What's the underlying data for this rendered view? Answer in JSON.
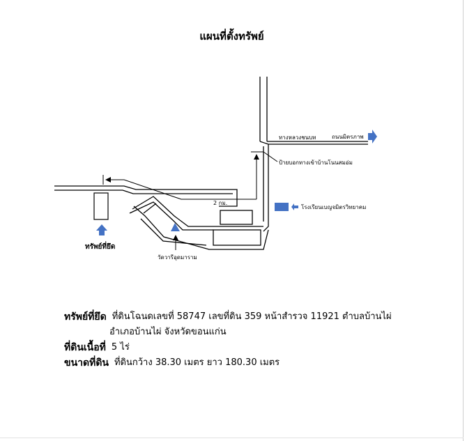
{
  "title": "แผนที่ตั้งทรัพย์",
  "map": {
    "labels": {
      "road_junction": "ทางหลวงชนบท",
      "road_mittraphap": "ถนนมิตรภาพ",
      "signpost": "ป้ายบอกทางเข้าบ้านโนนสมอ่ม",
      "distance": "2 กม.",
      "school": "โรงเรียนเบญจมิตรวิทยาคม",
      "temple": "วัดวารีอุดมาราม",
      "property": "ทรัพย์ที่ยึด"
    },
    "colors": {
      "marker_blue": "#4472c4",
      "road_line": "#000000"
    }
  },
  "info": {
    "property": {
      "label": "ทรัพย์ที่ยึด",
      "line1": "ที่ดินโฉนดเลขที่ 58747 เลขที่ดิน 359 หน้าสำรวจ 11921 ตำบลบ้านไผ่",
      "line2": "อำเภอบ้านไผ่ จังหวัดขอนแก่น"
    },
    "area": {
      "label": "ที่ดินเนื้อที่",
      "value": "5 ไร่"
    },
    "size": {
      "label": "ขนาดที่ดิน",
      "value": "ที่ดินกว้าง 38.30 เมตร ยาว 180.30 เมตร"
    }
  }
}
